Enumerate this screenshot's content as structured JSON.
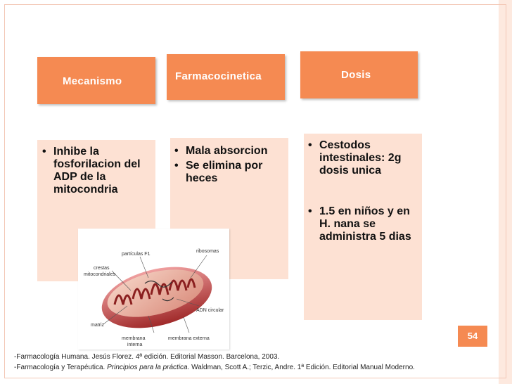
{
  "headers": {
    "mecanismo": "Mecanismo",
    "farmacocinetica": "Farmacocinetica",
    "dosis": "Dosis"
  },
  "columns": {
    "mecanismo": [
      "Inhibe la fosforilacion del ADP de la mitocondria"
    ],
    "farmacocinetica": [
      "Mala absorcion",
      "Se elimina por heces"
    ],
    "dosis": [
      "Cestodos intestinales: 2g dosis unica",
      "1.5 en niños y en H. nana se administra 5 dias"
    ]
  },
  "figure": {
    "labels": {
      "particulas": "partículas F1",
      "ribosomas": "ribosomas",
      "crestas_1": "crestas",
      "crestas_2": "mitocondriales",
      "adn": "ADN circular",
      "matriz": "matriz",
      "membrana_interna_1": "membrana",
      "membrana_interna_2": "interna",
      "membrana_externa": "membrana externa"
    }
  },
  "page_number": "54",
  "references": {
    "ref1": "-Farmacología Humana. Jesús Florez. 4ª edición. Editorial Masson. Barcelona, 2003.",
    "ref2_a": "-Farmacología y Terapéutica. ",
    "ref2_b": "Principios para la práctica.",
    "ref2_c": " Waldman, Scott A.; Terzic, Andre. 1ª   Edición. Editorial Manual Moderno."
  },
  "colors": {
    "accent": "#f58a52",
    "panel": "#fde1d3",
    "border": "#f3c7b5"
  }
}
